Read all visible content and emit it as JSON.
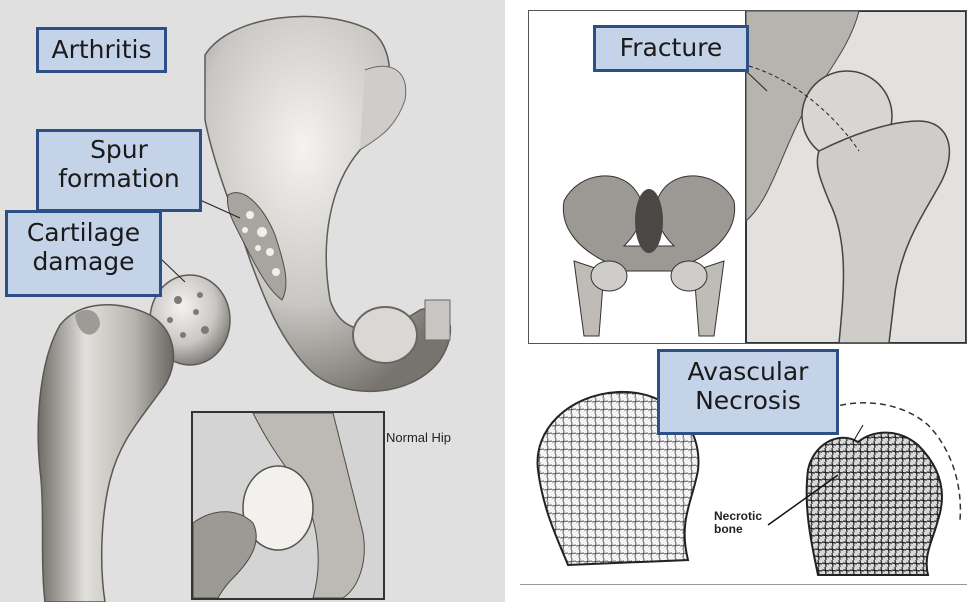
{
  "labels": {
    "arthritis": "Arthritis",
    "spur_formation_line1": "Spur",
    "spur_formation_line2": "formation",
    "cartilage_damage_line1": "Cartilage",
    "cartilage_damage_line2": "damage",
    "normal_hip": "Normal Hip",
    "fracture": "Fracture",
    "avascular_necrosis_line1": "Avascular",
    "avascular_necrosis_line2": "Necrosis",
    "necrotic_bone_line1": "Necrotic",
    "necrotic_bone_line2": "bone"
  },
  "colors": {
    "label_fill": "#c5d3e9",
    "label_border": "#2b4f86",
    "bone_light": "#e6e4e0",
    "bone_shadow": "#8c8a87"
  }
}
